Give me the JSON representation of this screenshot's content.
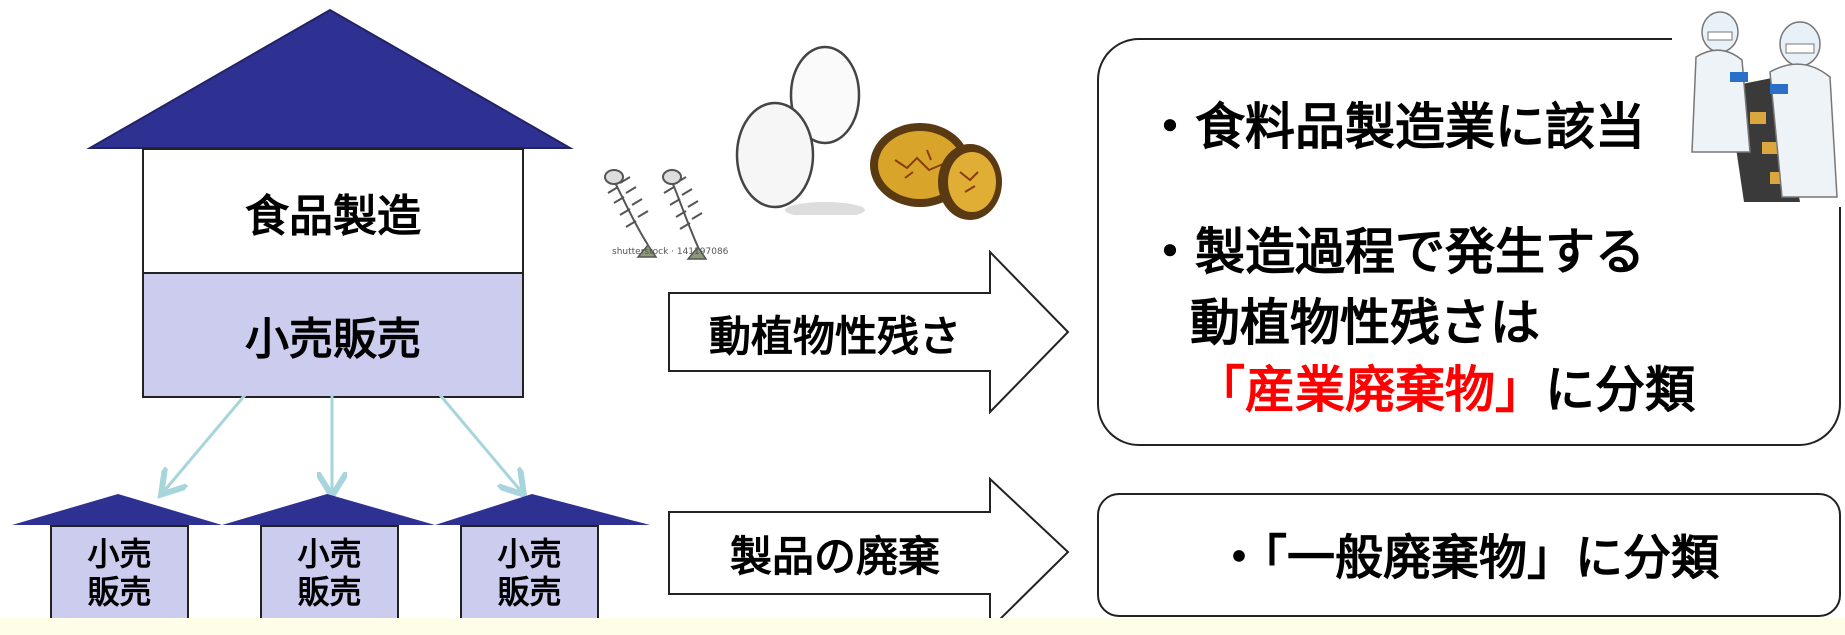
{
  "main_building": {
    "upper_label": "食品製造",
    "lower_label": "小売販売"
  },
  "stores": [
    {
      "line1": "小売",
      "line2": "販売"
    },
    {
      "line1": "小売",
      "line2": "販売"
    },
    {
      "line1": "小売",
      "line2": "販売"
    }
  ],
  "arrows": {
    "top_label": "動植物性残さ",
    "bottom_label": "製品の廃棄"
  },
  "photo_caption": "shutterstock · 141197086",
  "info_top": {
    "bullet1": "・食料品製造業に該当",
    "bullet2_line1": "・製造過程で発生する",
    "bullet2_line2": "動植物性残さは",
    "highlight": "「産業廃棄物」",
    "tail": "に分類"
  },
  "info_bottom": {
    "text": "・「一般廃棄物」に分類"
  },
  "colors": {
    "roof": "#2e3192",
    "lower_fill": "#cccdee",
    "connector": "#a6d6dc",
    "highlight": "#ff0000"
  }
}
